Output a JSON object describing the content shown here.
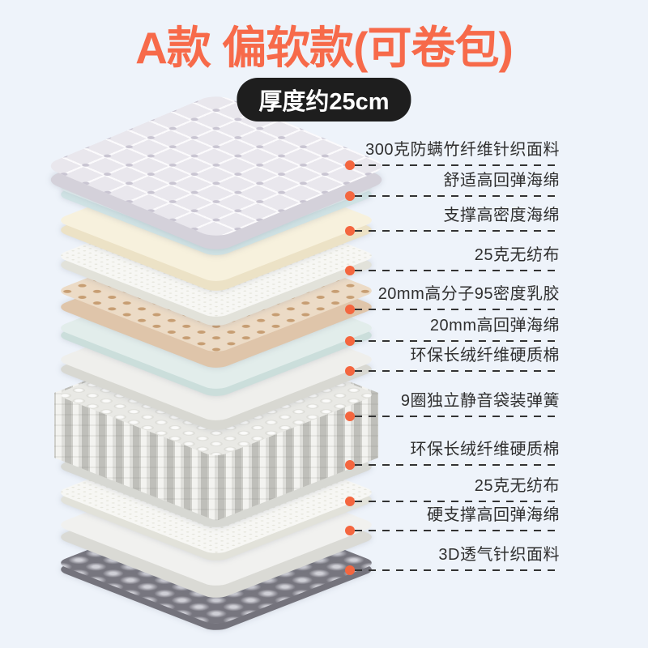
{
  "header": {
    "title": "A款 偏软款(可卷包)",
    "badge": "厚度约25cm"
  },
  "colors": {
    "background": "#eef3fa",
    "title": "#f76a4a",
    "badge_bg": "#1e1e1e",
    "badge_text": "#ffffff",
    "dot": "#f4663f",
    "line": "#333333",
    "label_text": "#2f2f2f"
  },
  "callouts": [
    {
      "label": "300克防螨竹纤维针织面料"
    },
    {
      "label": "舒适高回弹海绵"
    },
    {
      "label": "支撑高密度海绵"
    },
    {
      "label": "25克无纺布"
    },
    {
      "label": "20mm高分子95密度乳胶"
    },
    {
      "label": "20mm高回弹海绵"
    },
    {
      "label": "环保长绒纤维硬质棉"
    },
    {
      "label": "9圈独立静音袋装弹簧"
    },
    {
      "label": "环保长绒纤维硬质棉"
    },
    {
      "label": "25克无纺布"
    },
    {
      "label": "硬支撑高回弹海绵"
    },
    {
      "label": "3D透气针织面料"
    }
  ]
}
